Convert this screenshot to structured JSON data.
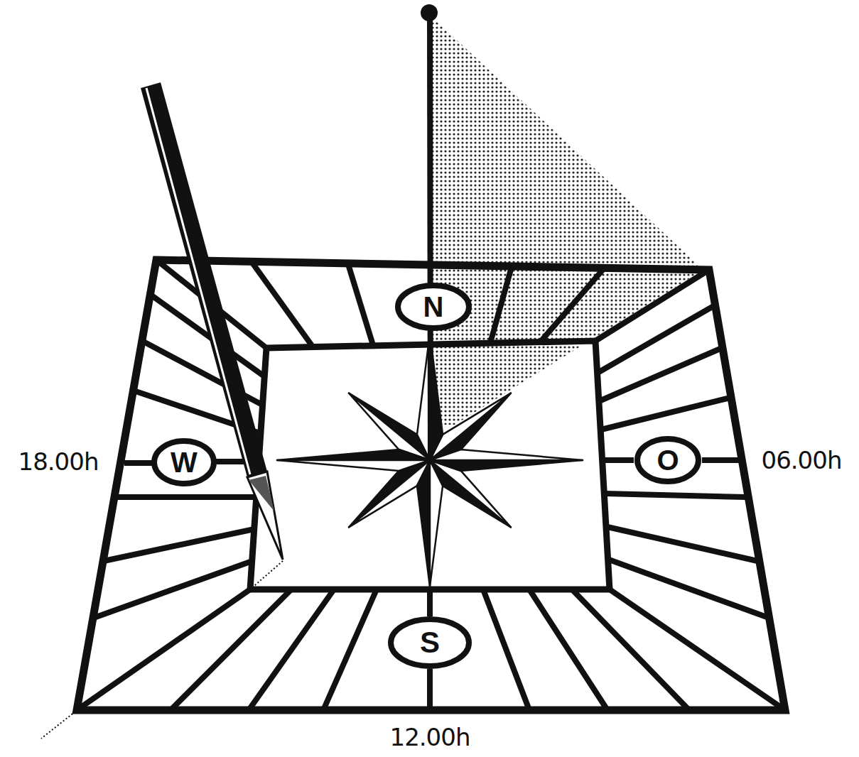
{
  "diagram": {
    "nodes": [
      {
        "text": [
          "N"
        ]
      },
      {
        "text": [
          "W"
        ]
      },
      {
        "text": [
          "O"
        ]
      },
      {
        "text": [
          "S"
        ]
      }
    ],
    "labels": [
      "18.00h",
      "06.00h",
      "12.00h"
    ]
  }
}
